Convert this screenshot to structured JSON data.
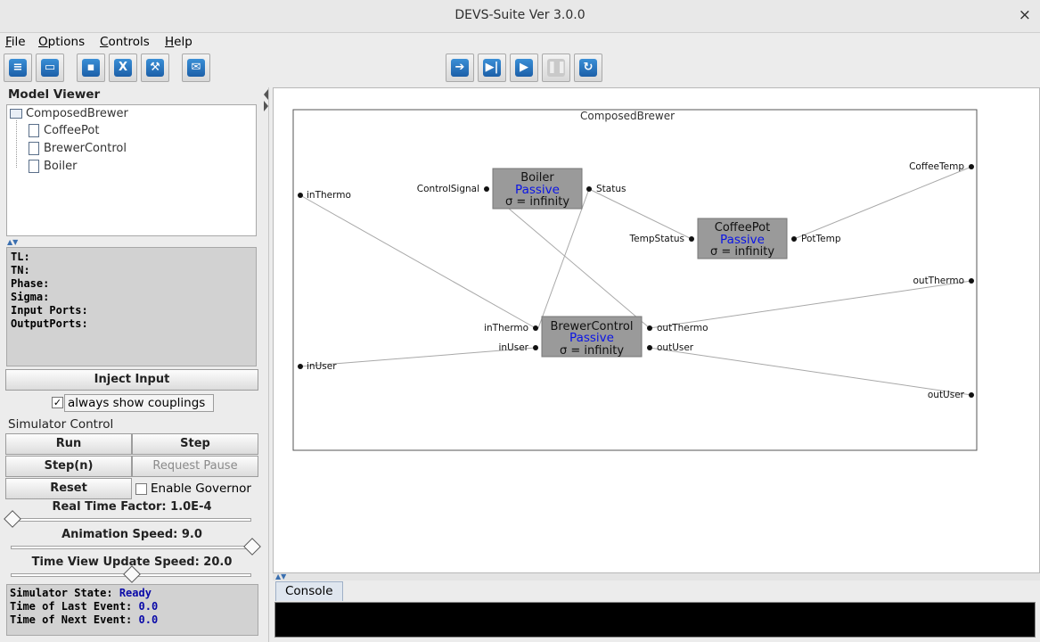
{
  "window": {
    "title": "DEVS-Suite Ver 3.0.0",
    "close_glyph": "×"
  },
  "menu": [
    "File",
    "Options",
    "Controls",
    "Help"
  ],
  "toolbar": {
    "left": [
      "document-icon",
      "folder-icon",
      "save-icon",
      "excel-icon",
      "wrench-icon",
      "chat-icon"
    ],
    "right": [
      "step-arrow-icon",
      "step-to-end-icon",
      "play-icon",
      "pause-icon",
      "reset-icon"
    ]
  },
  "model_viewer": {
    "label": "Model Viewer",
    "root": "ComposedBrewer",
    "children": [
      "CoffeePot",
      "BrewerControl",
      "Boiler"
    ]
  },
  "properties": {
    "tl": "TL:",
    "tn": "TN:",
    "phase": "Phase:",
    "sigma": "Sigma:",
    "input_ports": "Input Ports:",
    "output_ports": "OutputPorts:"
  },
  "inject_button": "Inject Input",
  "always_show_couplings": {
    "label": "always show couplings",
    "checked": true,
    "glyph": "✓"
  },
  "simulator_control": {
    "label": "Simulator Control",
    "run": "Run",
    "step": "Step",
    "step_n": "Step(n)",
    "request_pause": "Request Pause",
    "reset": "Reset",
    "enable_governor": "Enable Governor",
    "real_time_factor": "Real Time Factor: 1.0E-4",
    "animation_speed": "Animation Speed: 9.0",
    "time_view_update_speed": "Time View Update Speed: 20.0"
  },
  "sim_state": {
    "state_label": "Simulator State:",
    "state_value": "Ready",
    "last_label": "Time of Last Event:",
    "last_value": "0.0",
    "next_label": "Time of Next Event:",
    "next_value": "0.0"
  },
  "diagram": {
    "title": "ComposedBrewer",
    "models": [
      {
        "id": "boiler",
        "name": "Boiler",
        "phase": "Passive",
        "sigma": "σ = infinity"
      },
      {
        "id": "coffeepot",
        "name": "CoffeePot",
        "phase": "Passive",
        "sigma": "σ = infinity"
      },
      {
        "id": "brewercontrol",
        "name": "BrewerControl",
        "phase": "Passive",
        "sigma": "σ = infinity"
      }
    ],
    "ports": {
      "inThermo": "inThermo",
      "inUser": "inUser",
      "CoffeeTemp": "CoffeeTemp",
      "outThermo": "outThermo",
      "outUser": "outUser",
      "ControlSignal": "ControlSignal",
      "Status": "Status",
      "TempStatus": "TempStatus",
      "PotTemp": "PotTemp",
      "bc_inThermo": "inThermo",
      "bc_inUser": "inUser",
      "bc_outThermo": "outThermo",
      "bc_outUser": "outUser"
    },
    "colors": {
      "box": "#9a9a9a",
      "phase": "#0a14e6",
      "line": "#a8a8a8"
    }
  },
  "console": {
    "tab": "Console"
  }
}
